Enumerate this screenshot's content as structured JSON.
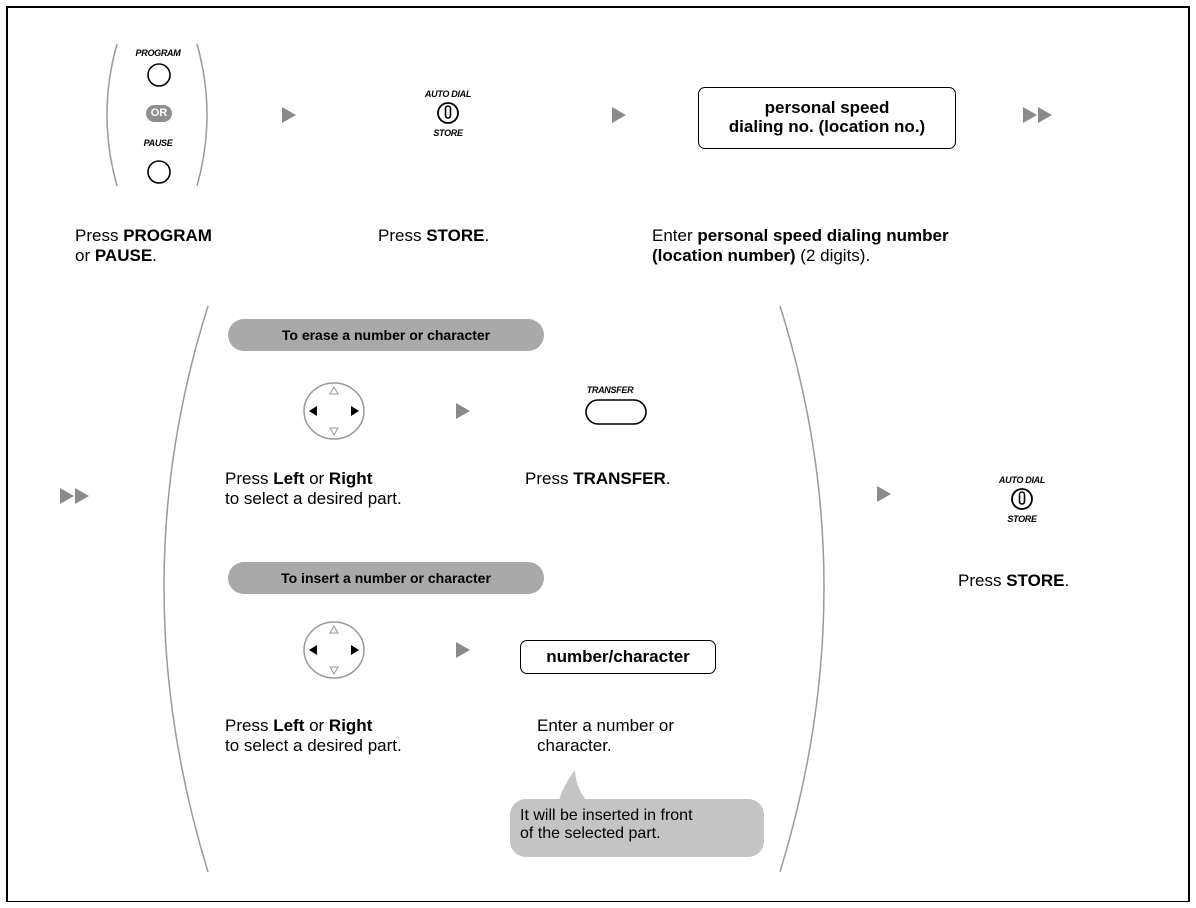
{
  "steps": {
    "program_label": "PROGRAM",
    "or_label": "OR",
    "pause_label": "PAUSE",
    "autodial_label": "AUTO DIAL",
    "store_label": "STORE",
    "speed_box_line1": "personal speed",
    "speed_box_line2": "dialing no. (location no.)",
    "caption1_line1_prefix": "Press ",
    "caption1_line1_bold": "PROGRAM",
    "caption1_line2_prefix": "or ",
    "caption1_line2_bold": "PAUSE",
    "caption1_line2_suffix": ".",
    "caption2_prefix": "Press ",
    "caption2_bold": "STORE",
    "caption2_suffix": ".",
    "caption3_line1_prefix": "Enter ",
    "caption3_line1_bold": "personal speed dialing number",
    "caption3_line2_bold": "(location number)",
    "caption3_line2_suffix": " (2 digits)."
  },
  "edit": {
    "erase_pill": "To erase a number or character",
    "insert_pill": "To insert a number or character",
    "transfer_label": "TRANSFER",
    "number_box": "number/character",
    "erase_nav_caption_p1": "Press ",
    "erase_nav_caption_left": "Left",
    "erase_nav_caption_or": " or ",
    "erase_nav_caption_right": "Right",
    "erase_nav_caption_line2": "to select a desired part.",
    "transfer_caption_prefix": "Press ",
    "transfer_caption_bold": "TRANSFER",
    "transfer_caption_suffix": ".",
    "insert_nav_caption_p1": "Press ",
    "insert_nav_caption_left": "Left",
    "insert_nav_caption_or": " or ",
    "insert_nav_caption_right": "Right",
    "insert_nav_caption_line2": "to select a desired part.",
    "enter_caption_line1": "Enter a number or",
    "enter_caption_line2": "character.",
    "bubble_line1": "It will be inserted in front",
    "bubble_line2": "of the selected part."
  },
  "final": {
    "autodial_label": "AUTO DIAL",
    "store_label": "STORE",
    "caption_prefix": "Press ",
    "caption_bold": "STORE",
    "caption_suffix": "."
  },
  "colors": {
    "arrow": "#8a8a8a",
    "pill": "#a9a9a9",
    "bubble": "#c4c4c4",
    "bracket": "#999999"
  }
}
